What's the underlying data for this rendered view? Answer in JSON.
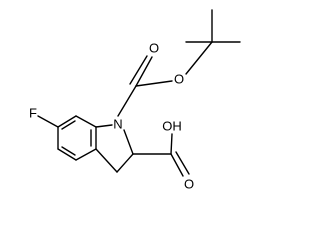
{
  "molecule": {
    "atoms": {
      "fluorine": "F",
      "ring_nitrogen": "N",
      "ester_oxygen": "O",
      "carbonyl_oxygen_boc": "O",
      "hydroxyl": "OH",
      "carbonyl_oxygen_acid": "O"
    }
  },
  "colors": {
    "bond": "#000000",
    "label": "#000000",
    "background": "#ffffff"
  }
}
